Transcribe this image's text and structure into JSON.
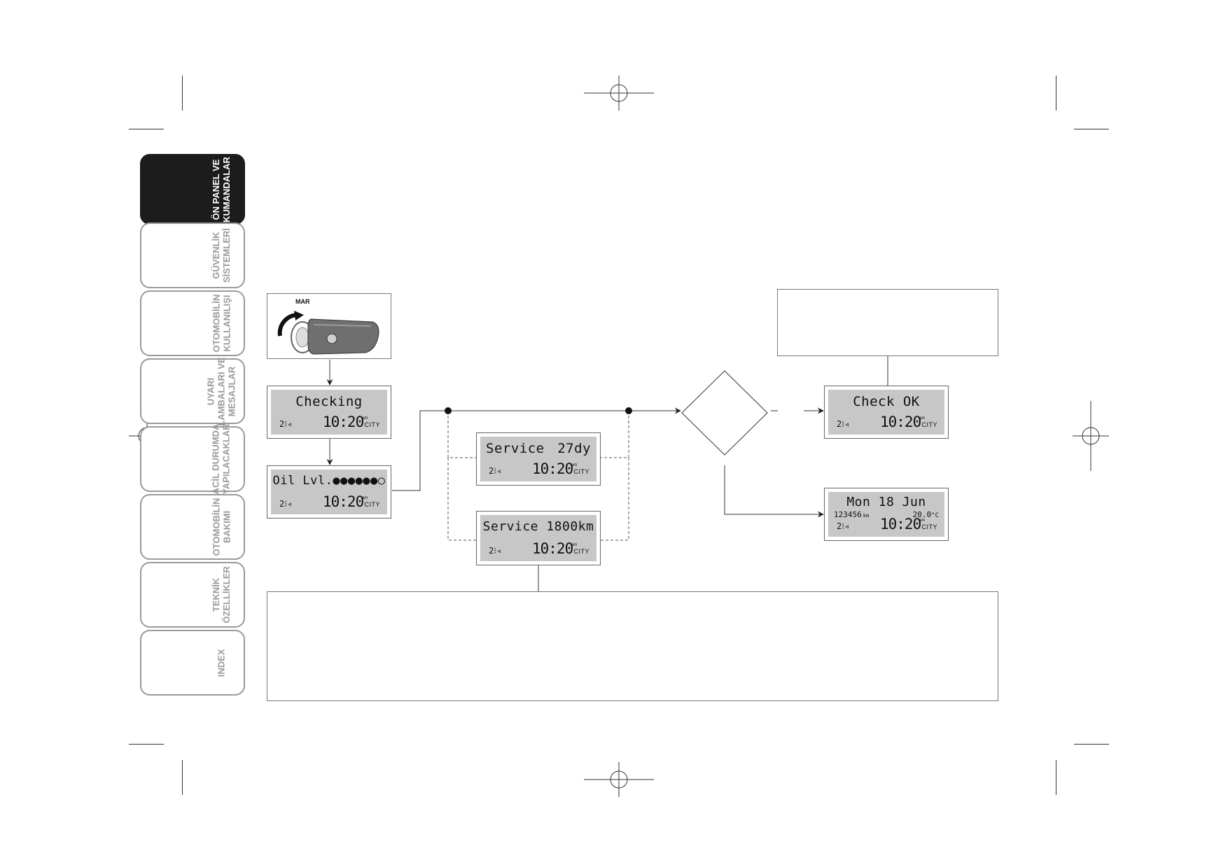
{
  "side_tabs": [
    {
      "label": "ÖN PANEL VE\nKUMANDALAR",
      "active": true
    },
    {
      "label": "GÜVENLİK\nSİSTEMLERİ",
      "active": false
    },
    {
      "label": "OTOMOBİLİN\nKULLANILIŞI",
      "active": false
    },
    {
      "label": "UYARI\nLAMBALARI VE\nMESAJLAR",
      "active": false
    },
    {
      "label": "ACİL DURUMDA\nYAPILACAKLAR",
      "active": false
    },
    {
      "label": "OTOMOBİLİN\nBAKIMI",
      "active": false
    },
    {
      "label": "TEKNİK\nÖZELLİKLER",
      "active": false
    },
    {
      "label": "INDEX",
      "active": false
    }
  ],
  "key": {
    "label": "MAR"
  },
  "displays": {
    "checking": {
      "line1": "Checking",
      "gear": "2⁝◃",
      "time": "10:20",
      "am": "am",
      "mode": "CITY"
    },
    "oil": {
      "line1": "Oil Lvl.●●●●●●○",
      "gear": "2⁝◃",
      "time": "10:20",
      "am": "am",
      "mode": "CITY"
    },
    "service_days": {
      "line1_left": "Service",
      "line1_right": "27dy",
      "gear": "2⁝◃",
      "time": "10:20",
      "am": "am",
      "mode": "CITY"
    },
    "service_km": {
      "line1": "Service 1800km",
      "gear": "2⁝◃",
      "time": "10:20",
      "am": "am",
      "mode": "CITY"
    },
    "check_ok": {
      "line1": "Check OK",
      "gear": "2⁝◃",
      "time": "10:20",
      "am": "am",
      "mode": "CITY"
    },
    "date": {
      "line1": "Mon 18 Jun",
      "odometer": "123456",
      "odo_unit": "km",
      "temp": "20.0",
      "temp_unit": "°C",
      "gear": "2⁝◃",
      "time": "10:20",
      "am": "am",
      "mode": "CITY"
    }
  },
  "colors": {
    "tab_active": "#1c1c1c",
    "tab_border": "#9a9a9a",
    "lcd_screen": "#c7c7c7"
  }
}
